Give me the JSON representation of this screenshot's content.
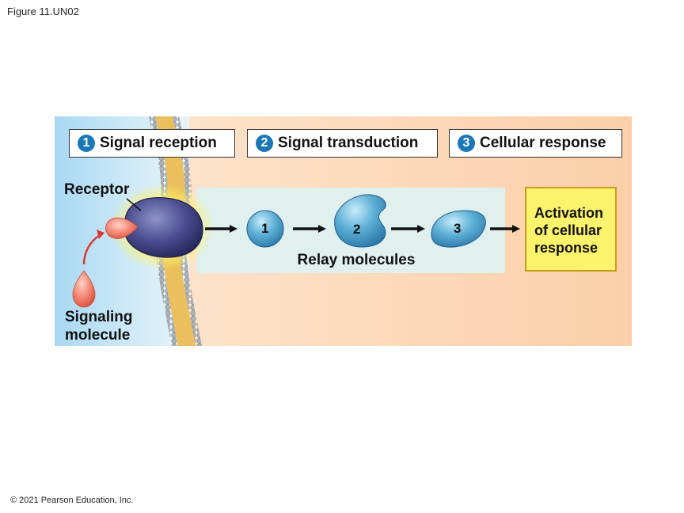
{
  "figure_label": "Figure 11.UN02",
  "copyright": "© 2021 Pearson Education, Inc.",
  "steps": [
    {
      "number": "1",
      "label": "Signal reception"
    },
    {
      "number": "2",
      "label": "Signal transduction"
    },
    {
      "number": "3",
      "label": "Cellular response"
    }
  ],
  "labels": {
    "receptor": "Receptor",
    "signaling_molecule_line1": "Signaling",
    "signaling_molecule_line2": "molecule",
    "relay_molecules": "Relay molecules"
  },
  "relay_numbers": [
    "1",
    "2",
    "3"
  ],
  "response": {
    "line1": "Activation",
    "line2": "of cellular",
    "line3": "response"
  },
  "colors": {
    "step_badge": "#1b78b6",
    "receptor": "#3e3f82",
    "signal_molecule": "#f07a6a",
    "relay_molecule": "#4a9cc7",
    "membrane": "#e8b54a",
    "response_box": "#fbf36b"
  }
}
